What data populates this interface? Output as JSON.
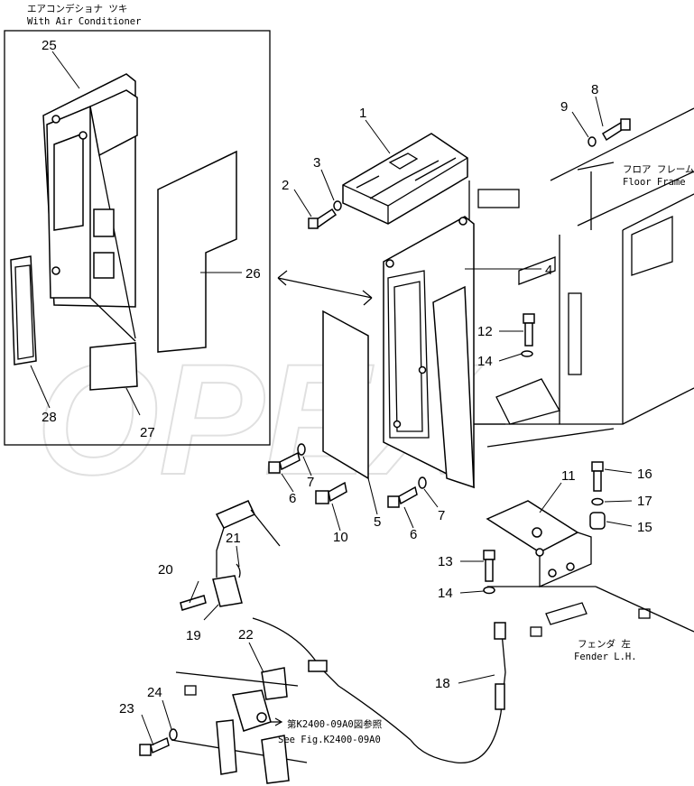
{
  "inset": {
    "title_jp": "エアコンデショナ ツキ",
    "title_en": "With Air Conditioner"
  },
  "notes": {
    "floor_frame_jp": "フロア フレーム",
    "floor_frame_en": "Floor Frame",
    "fender_jp": "フェンダ 左",
    "fender_en": "Fender L.H.",
    "see_fig_jp": "第K2400-09A0図参照",
    "see_fig_en": "See Fig.K2400-09A0"
  },
  "watermark": "OPEX",
  "callouts": {
    "c1": "1",
    "c2": "2",
    "c3": "3",
    "c4": "4",
    "c5": "5",
    "c6a": "6",
    "c6b": "6",
    "c7a": "7",
    "c7b": "7",
    "c8": "8",
    "c9": "9",
    "c10": "10",
    "c11": "11",
    "c12": "12",
    "c13": "13",
    "c14a": "14",
    "c14b": "14",
    "c15": "15",
    "c16": "16",
    "c17": "17",
    "c18": "18",
    "c19": "19",
    "c20": "20",
    "c21": "21",
    "c22": "22",
    "c23": "23",
    "c24": "24",
    "c25": "25",
    "c26": "26",
    "c27": "27",
    "c28": "28"
  }
}
